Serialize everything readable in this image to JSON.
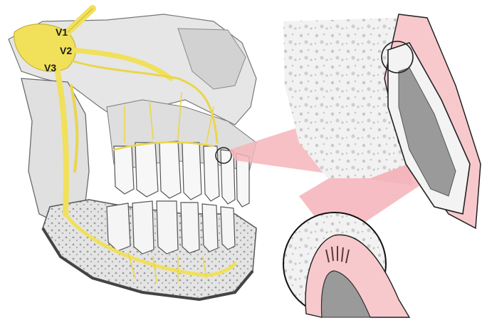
{
  "labels": {
    "v1": "V1",
    "v2": "V2",
    "v3": "V3"
  },
  "colors": {
    "nerve": "#f1e05a",
    "nerve_dark": "#c9b43a",
    "bone": "#d9d9d9",
    "bone_light": "#efefef",
    "bone_dark": "#8f8f8f",
    "highlight_pink": "#f4b7bd",
    "tooth_pink": "#f7c9cd",
    "pulp_gray": "#9a9a9a",
    "outline": "#222222"
  },
  "icons": {
    "magnifier_small": "circle-outline",
    "magnifier_large": "circle-outline"
  }
}
